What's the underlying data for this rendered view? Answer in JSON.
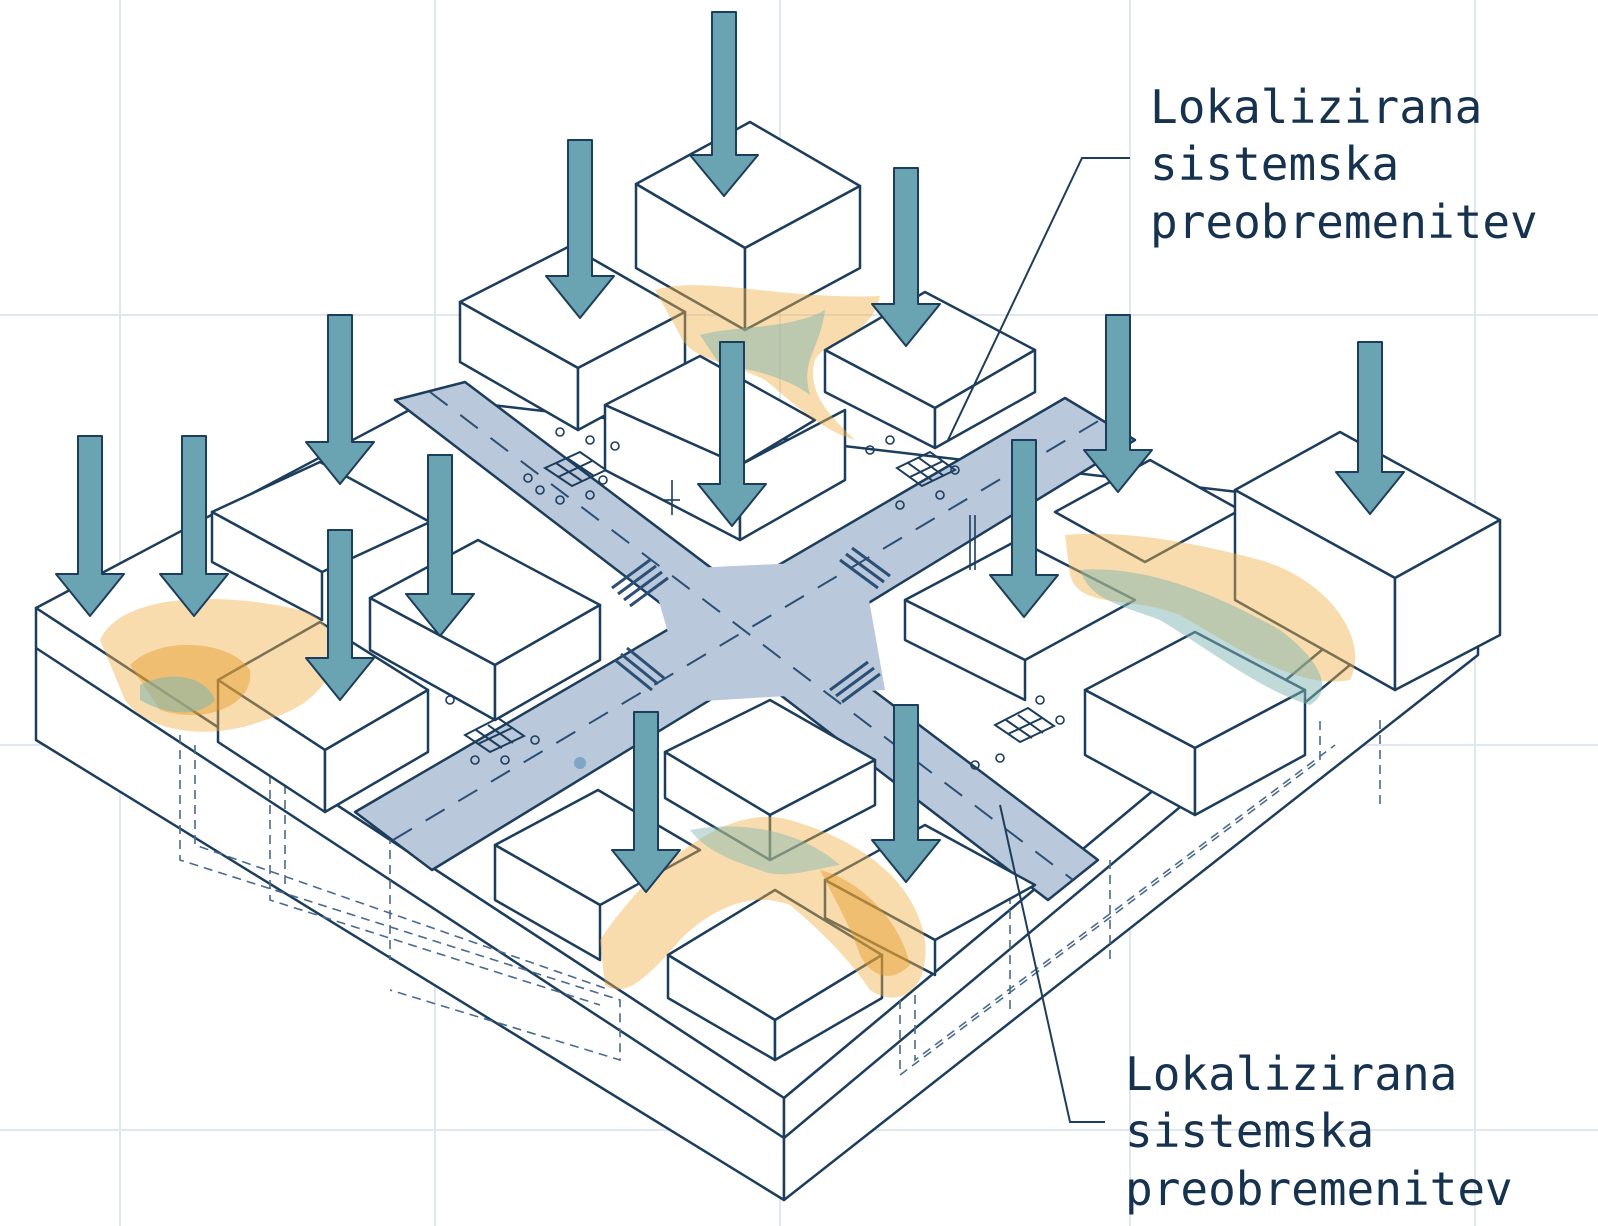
{
  "diagram": {
    "annotations": [
      {
        "lines": [
          "Lokalizirana",
          "sistemska",
          "preobremenitev"
        ]
      },
      {
        "lines": [
          "Lokalizirana",
          "sistemska",
          "preobremenitev"
        ]
      }
    ]
  },
  "colors": {
    "background": "#ffffff",
    "grid": "#dfe8f1",
    "outline": "#1d3d5c",
    "road": "#b9c8da",
    "arrow": "#6aa3b2",
    "overload_orange": "#f0b24a",
    "overload_teal": "#7fb6b2"
  }
}
